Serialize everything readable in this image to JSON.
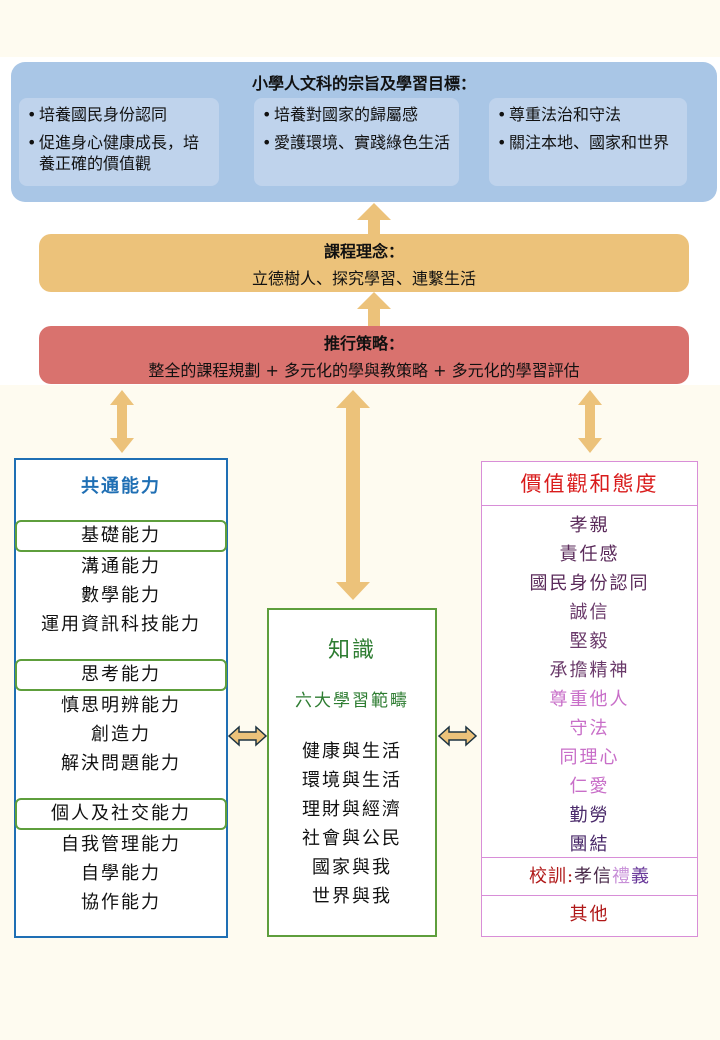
{
  "goals": {
    "title": "小學人文科的宗旨及學習目標：",
    "cards": [
      {
        "items": [
          "培養國民身份認同",
          "促進身心健康成長，培養正確的價值觀"
        ]
      },
      {
        "items": [
          "培養對國家的歸屬感",
          "愛護環境、實踐綠色生活"
        ]
      },
      {
        "items": [
          "尊重法治和守法",
          "關注本地、國家和世界"
        ]
      }
    ]
  },
  "philosophy": {
    "title": "課程理念：",
    "text": "立德樹人、探究學習、連繫生活"
  },
  "strategy": {
    "title": "推行策略：",
    "text": "整全的課程規劃 + 多元化的學與教策略 + 多元化的學習評估"
  },
  "generic_skills": {
    "title": "共通能力",
    "groups": [
      {
        "heading": "基礎能力",
        "items": [
          "溝通能力",
          "數學能力",
          "運用資訊科技能力"
        ]
      },
      {
        "heading": "思考能力",
        "items": [
          "慎思明辨能力",
          "創造力",
          "解決問題能力"
        ]
      },
      {
        "heading": "個人及社交能力",
        "items": [
          "自我管理能力",
          "自學能力",
          "協作能力"
        ]
      }
    ]
  },
  "knowledge": {
    "title": "知識",
    "subtitle": "六大學習範疇",
    "items": [
      "健康與生活",
      "環境與生活",
      "理財與經濟",
      "社會與公民",
      "國家與我",
      "世界與我"
    ]
  },
  "values": {
    "title": "價值觀和態度",
    "items": [
      {
        "text": "孝親",
        "color": "#5a2a5a"
      },
      {
        "text": "責任感",
        "color": "#5a2a5a"
      },
      {
        "text": "國民身份認同",
        "color": "#5a2a5a"
      },
      {
        "text": "誠信",
        "color": "#6a3a6a"
      },
      {
        "text": "堅毅",
        "color": "#6a3a6a"
      },
      {
        "text": "承擔精神",
        "color": "#6a3a6a"
      },
      {
        "text": "尊重他人",
        "color": "#c86ec8"
      },
      {
        "text": "守法",
        "color": "#c86ec8"
      },
      {
        "text": "同理心",
        "color": "#c86ec8"
      },
      {
        "text": "仁愛",
        "color": "#c86ec8"
      },
      {
        "text": "勤勞",
        "color": "#4a2a6a"
      },
      {
        "text": "團結",
        "color": "#4a2a6a"
      }
    ],
    "motto": {
      "label": "校訓:",
      "parts": [
        {
          "text": "孝信",
          "color": "#4a2a4a"
        },
        {
          "text": "禮",
          "color": "#c890d8"
        },
        {
          "text": "義",
          "color": "#6a3a9a"
        }
      ],
      "label_color": "#b01818"
    },
    "other": "其他"
  },
  "colors": {
    "goals_bg": "#a9c6e6",
    "philosophy_bg": "#ecc27a",
    "strategy_bg": "#d9726e",
    "arrow": "#ecc27a",
    "skills_border": "#1f6fb4",
    "knowledge_border": "#5e9e3c",
    "values_border": "#d88ed8"
  }
}
